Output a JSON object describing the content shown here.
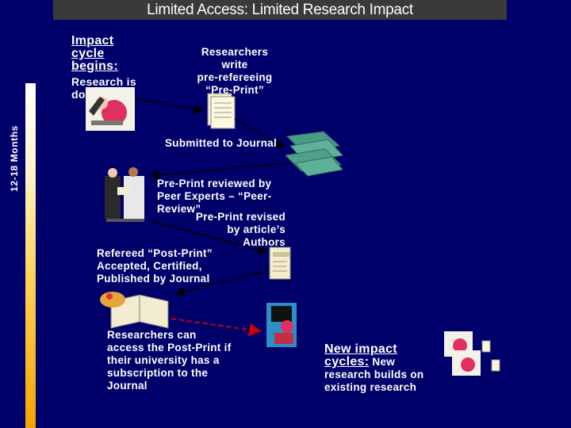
{
  "title": "Limited Access: Limited Research Impact",
  "timeline_label": "12-18 Months",
  "step1": {
    "line1": "Impact",
    "line2": "cycle",
    "line3": "begins:",
    "line4": "Research is",
    "line5": "do"
  },
  "step2": {
    "line1": "Researchers",
    "line2": "write",
    "line3": "pre-refereeing",
    "line4": "“Pre-Print”"
  },
  "step3": {
    "text": "Submitted to Journal"
  },
  "step4": {
    "line1": "Pre-Print reviewed by",
    "line2": "Peer Experts – “Peer-",
    "line3": "Review”"
  },
  "step5": {
    "line1": "Pre-Print revised",
    "line2": "by article’s",
    "line3": "Authors"
  },
  "step6": {
    "line1": "Refereed “Post-Print”",
    "line2": "Accepted, Certified,",
    "line3": "Published by Journal"
  },
  "step7": {
    "line1": "Researchers can",
    "line2": "access the Post-Print if",
    "line3": "their university has a",
    "line4": "subscription to the",
    "line5": "Journal"
  },
  "step8": {
    "line1": "New impact",
    "line2": "cycles:",
    "line2b": " New",
    "line3": "research builds on",
    "line4": "existing research"
  },
  "colors": {
    "background": "#00006a",
    "title_bar": "#3a3a3a",
    "text": "#ffffff",
    "arrow_dark": "#000000",
    "arrow_red": "#cc0000"
  }
}
